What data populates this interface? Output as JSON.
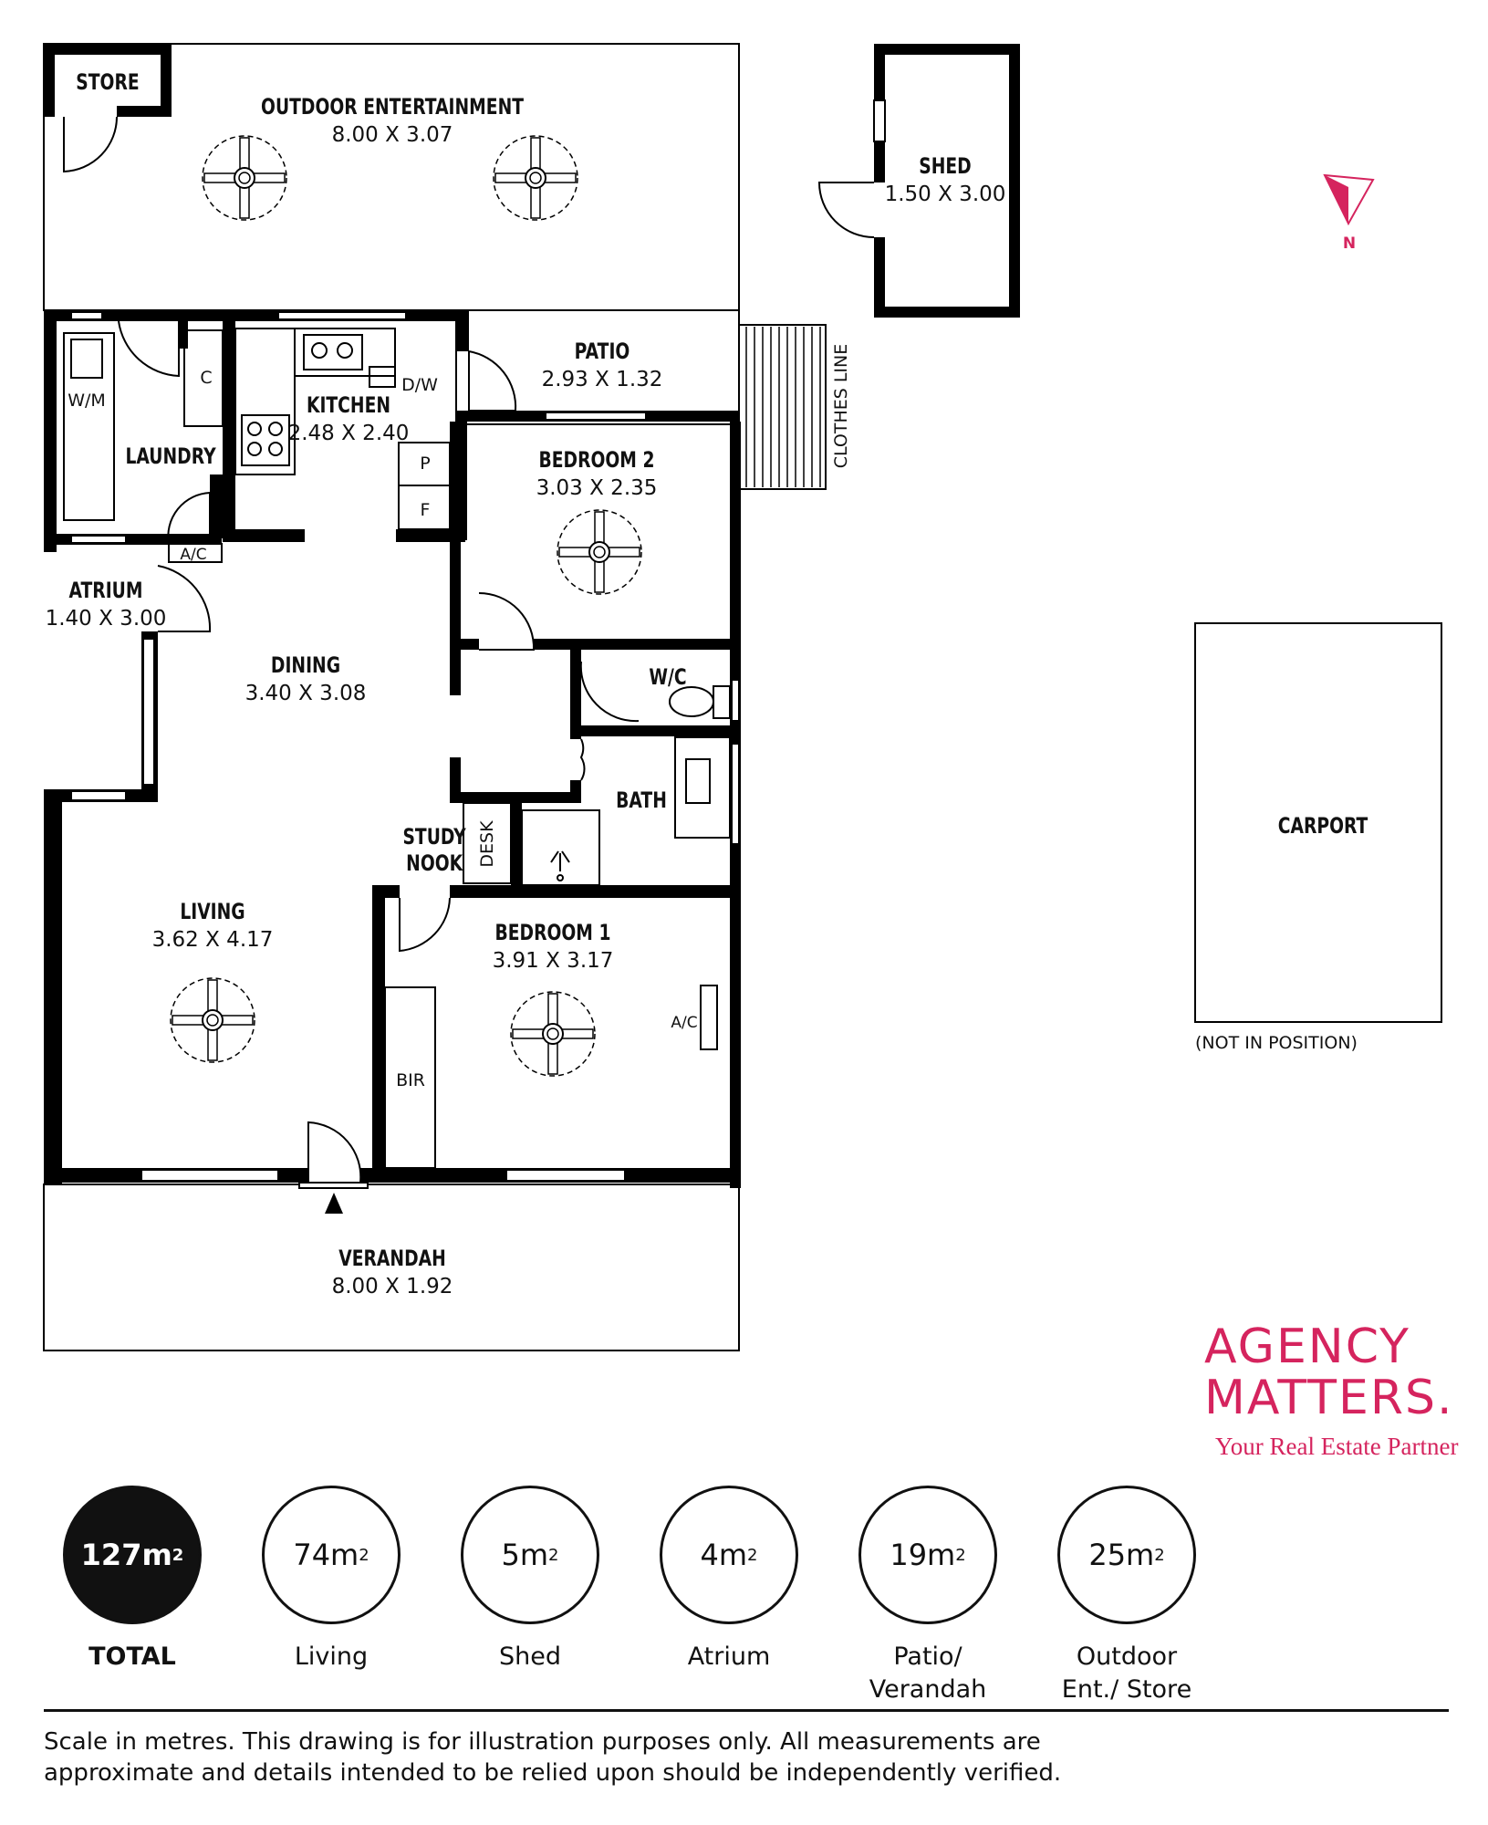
{
  "rooms": {
    "store": "STORE",
    "outdoor": {
      "name": "OUTDOOR ENTERTAINMENT",
      "dim": "8.00 X 3.07"
    },
    "shed": {
      "name": "SHED",
      "dim": "1.50 X 3.00"
    },
    "patio": {
      "name": "PATIO",
      "dim": "2.93 X 1.32"
    },
    "kitchen": {
      "name": "KITCHEN",
      "dim": "2.48 X 2.40"
    },
    "laundry": "LAUNDRY",
    "bedroom2": {
      "name": "BEDROOM 2",
      "dim": "3.03 X 2.35"
    },
    "atrium": {
      "name": "ATRIUM",
      "dim": "1.40 X 3.00"
    },
    "dining": {
      "name": "DINING",
      "dim": "3.40 X 3.08"
    },
    "wc": "W/C",
    "bath": "BATH",
    "study": {
      "line1": "STUDY",
      "line2": "NOOK"
    },
    "living": {
      "name": "LIVING",
      "dim": "3.62 X 4.17"
    },
    "bedroom1": {
      "name": "BEDROOM 1",
      "dim": "3.91 X 3.17"
    },
    "verandah": {
      "name": "VERANDAH",
      "dim": "8.00 X 1.92"
    },
    "carport": "CARPORT",
    "carport_note": "(NOT IN POSITION)"
  },
  "fixtures": {
    "wm": "W/M",
    "c": "C",
    "dw": "D/W",
    "p": "P",
    "f": "F",
    "ac": "A/C",
    "desk": "DESK",
    "bir": "BIR",
    "clothes_line": "CLOTHES LINE",
    "north": "N"
  },
  "brand": {
    "line1": "AGENCY",
    "line2": "MATTERS.",
    "tagline": "Your Real Estate Partner",
    "color": "#d5245e"
  },
  "stats": [
    {
      "value": "127m",
      "label": "TOTAL"
    },
    {
      "value": "74m",
      "label": "Living"
    },
    {
      "value": "5m",
      "label": "Shed"
    },
    {
      "value": "4m",
      "label": "Atrium"
    },
    {
      "value": "19m",
      "label": "Patio/\nVerandah"
    },
    {
      "value": "25m",
      "label": "Outdoor\nEnt./ Store"
    }
  ],
  "disclaimer": "Scale in metres. This drawing is for illustration purposes only. All measurements are\napproximate and details intended to be relied upon should be independently verified."
}
